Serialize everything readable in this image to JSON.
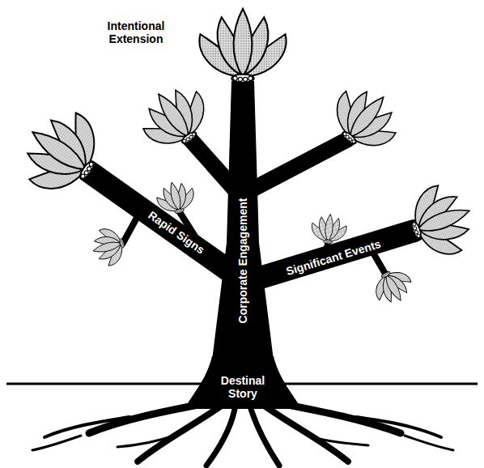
{
  "diagram": {
    "labels": [
      "Intentional Extension",
      "Rapid Signs",
      "Corporate Engagement",
      "Significant Events",
      "Destinal Story"
    ]
  }
}
